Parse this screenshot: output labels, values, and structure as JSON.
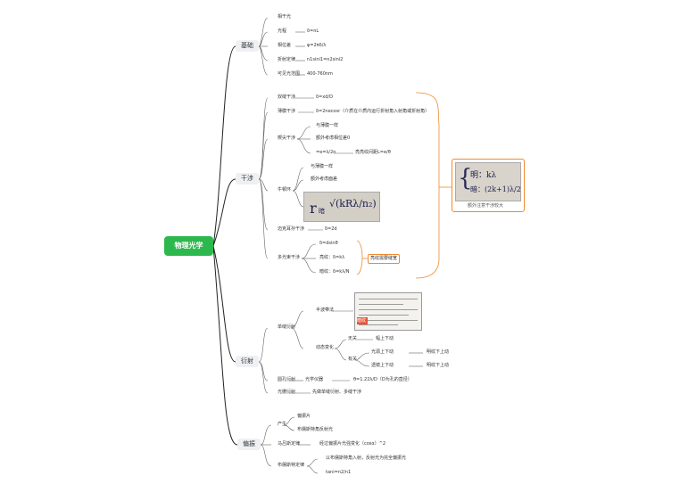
{
  "root": {
    "label": "物理光学"
  },
  "branches": {
    "basics": {
      "label": "基础",
      "items": [
        {
          "label": "相干光",
          "value": ""
        },
        {
          "label": "光程",
          "value": "δ=nL"
        },
        {
          "label": "相位差",
          "value": "φ=2πδ/λ"
        },
        {
          "label": "折射定律",
          "value": "n1sini1=n2sini2"
        },
        {
          "label": "可见光范围",
          "value": "400-760nm"
        }
      ]
    },
    "interference": {
      "label": "干涉",
      "double_slit": {
        "label": "双缝干涉",
        "value": "δ=xd/D"
      },
      "thin_film": {
        "label": "薄膜干涉",
        "value": "δ=2necosr（介质在介质内运行折射角入射角或折射角）"
      },
      "wedge": {
        "label": "楔尖干涉",
        "items": [
          "与薄膜一样",
          "额外考虑相位差0",
          "=e=λ/2n"
        ],
        "sub_note": "亮亮纹间距L=e/θ"
      },
      "newton": {
        "label": "牛顿环",
        "items": [
          "与薄膜一样",
          "额外考虑面差"
        ]
      },
      "equal_thickness": {
        "label": "迈克耳孙干涉",
        "value": "δ=2d"
      },
      "multi_beam": {
        "label": "多光束干涉",
        "items": [
          "δ=dsinθ",
          "亮纹：δ=kλ",
          "暗纹：δ=kλ/N"
        ],
        "callout": "亮纹需要缝宽"
      },
      "highlight_caption": "额外注意干涉较大"
    },
    "diffraction": {
      "label": "衍射",
      "single_slit": {
        "label": "单缝衍射",
        "method": {
          "label": "半波带法"
        },
        "dynamic": {
          "label": "动态变化",
          "items": [
            {
              "label": "无关",
              "value": "幅上下动"
            },
            {
              "label": "有关",
              "subs": [
                {
                  "label": "光源上下动",
                  "value": "明纹下上动"
                },
                {
                  "label": "透镜上下动",
                  "value": "明纹下上动"
                }
              ]
            }
          ]
        }
      },
      "circular": {
        "label": "圆孔衍射",
        "sub": "光学仪器",
        "value": "θ=1.22λ/D（D为孔的直径）"
      },
      "grating": {
        "label": "光栅衍射",
        "value": "先做单缝衍射、多缝干涉"
      }
    },
    "polarization": {
      "label": "偏振",
      "produce": {
        "label": "产生",
        "items": [
          "偏振片",
          "布儒斯特角反射光"
        ]
      },
      "malus": {
        "label": "马吕斯定律",
        "value": "经过偏振片光强变化（cosα）^2"
      },
      "brewster": {
        "label": "布儒斯特定律",
        "items": [
          "以布儒斯特角入射，反射光为完全偏振光",
          "tani=n2/n1"
        ]
      }
    }
  },
  "images": {
    "newton_formula": {
      "lhs": "r",
      "sub": "暗",
      "rhs": "√(kRλ/n₂)"
    },
    "interference_rule": {
      "row1": "明：kλ",
      "row2": "暗：(2k+1)λ/2"
    },
    "diffraction_note": {
      "tag": "暗纹"
    }
  },
  "colors": {
    "root": "#2db84d",
    "connector": "#222222",
    "highlight": "#f08a2e"
  }
}
